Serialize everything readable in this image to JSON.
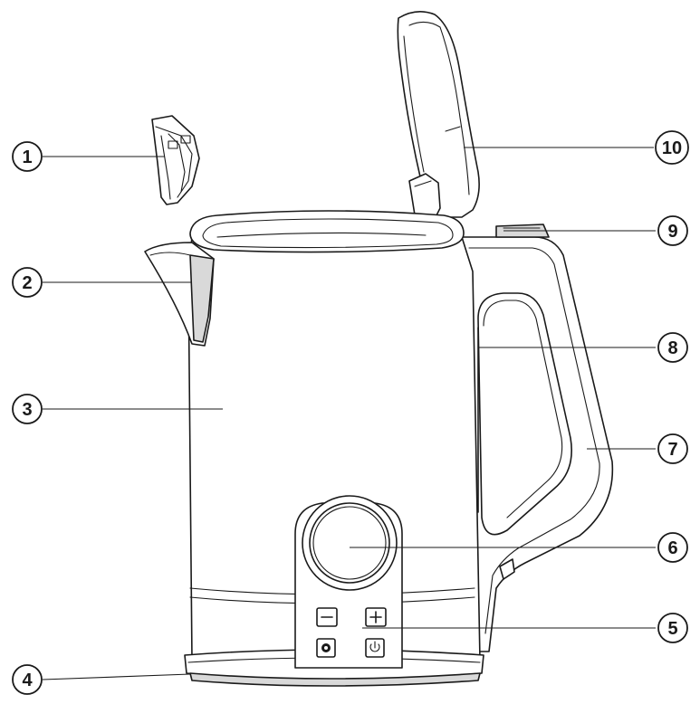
{
  "callouts": [
    {
      "number": "1"
    },
    {
      "number": "2"
    },
    {
      "number": "3"
    },
    {
      "number": "4"
    },
    {
      "number": "5"
    },
    {
      "number": "6"
    },
    {
      "number": "7"
    },
    {
      "number": "8"
    },
    {
      "number": "9"
    },
    {
      "number": "10"
    }
  ],
  "control_panel": {
    "minus_icon": "minus-icon",
    "plus_icon": "plus-icon",
    "gear_icon": "gear-icon",
    "power_icon": "power-icon"
  }
}
